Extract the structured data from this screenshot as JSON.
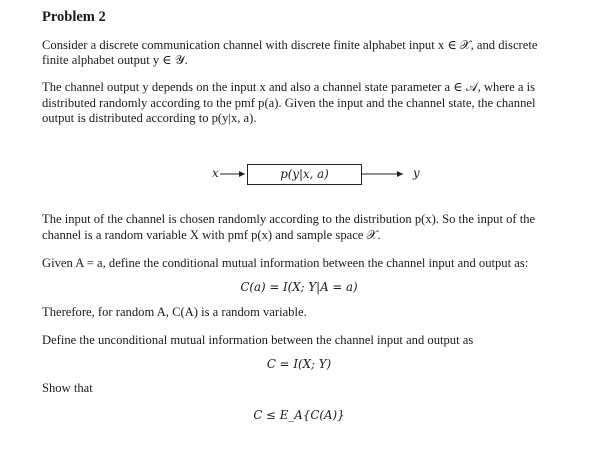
{
  "problem": {
    "title": "Problem 2",
    "para1_line1": "Consider a discrete communication channel with discrete finite alphabet input x ∈ 𝒳, and discrete",
    "para1_line2": "finite alphabet output y ∈ 𝒴.",
    "para2_line1": "The channel output y depends on the input x and also a channel state parameter a ∈ 𝒜, where a is",
    "para2_line2": "distributed randomly according to the pmf p(a). Given the input and the channel state, the channel",
    "para2_line3": "output is distributed according to p(y|x, a).",
    "diagram": {
      "input_label": "x",
      "box_label": "p(y|x, a)",
      "output_label": "y"
    },
    "para3_line1": "The input of the channel is chosen randomly according to the distribution p(x). So the input of the",
    "para3_line2": "channel is a random variable X with pmf p(x) and sample space 𝒳.",
    "para4": "Given A = a, define the conditional mutual information between the channel input and output as:",
    "eq1": "C(a) = I(X; Y|A = a)",
    "para5": "Therefore, for random A, C(A) is a random variable.",
    "para6": "Define the unconditional mutual information between the channel input and output as",
    "eq2": "C = I(X; Y)",
    "show_that": "Show that",
    "eq3": "C ≤ E_A{C(A)}"
  }
}
